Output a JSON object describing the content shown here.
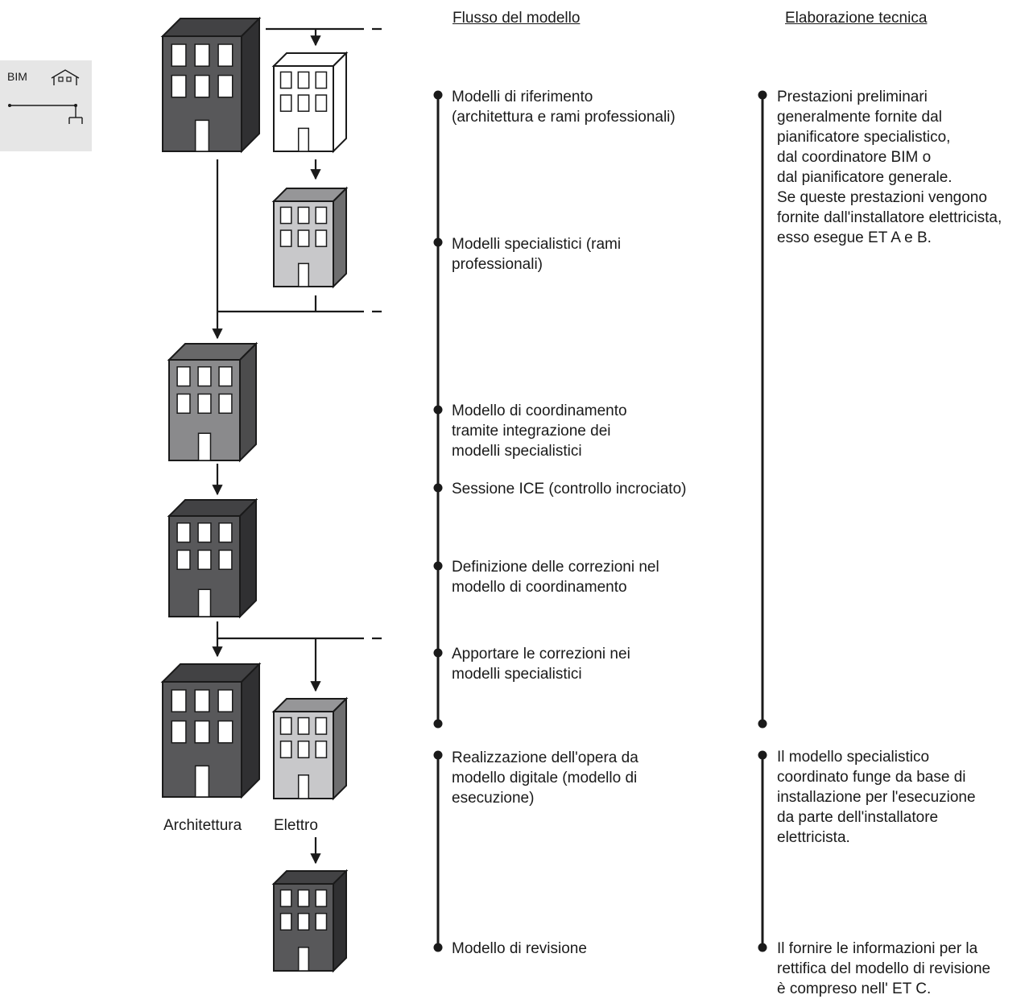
{
  "badge": {
    "label": "BIM"
  },
  "headers": {
    "flow": "Flusso del modello",
    "technical": "Elaborazione tecnica"
  },
  "flow_steps": [
    "Modelli di riferimento\n(architettura e rami professionali)",
    "Modelli specialistici (rami\nprofessionali)",
    "Modello di coordinamento\ntramite integrazione dei\nmodelli specialistici",
    "Sessione ICE (controllo incrociato)",
    "Definizione delle correzioni nel\nmodello di coordinamento",
    "Apportare le correzioni nei\nmodelli specialistici",
    "Realizzazione dell'opera da\nmodello digitale (modello di\nesecuzione)",
    "Modello di revisione"
  ],
  "technical_notes": [
    "Prestazioni preliminari\ngeneralmente fornite dal\npianificatore specialistico,\ndal coordinatore BIM o\ndal pianificatore generale.\nSe queste prestazioni vengono\nfornite dall'installatore elettricista,\nesso esegue ET A e B.",
    "Il modello specialistico\ncoordinato funge da base di\ninstallazione per l'esecuzione\nda parte dell'installatore\nelettricista.",
    "Il fornire le informazioni per la\nrettifica del modello di revisione\nè compreso nell' ET C."
  ],
  "captions": {
    "architecture": "Architettura",
    "electrical": "Elettro"
  },
  "colors": {
    "dark": "#58585a",
    "medium": "#8a8a8c",
    "light": "#c8c8ca",
    "white": "#ffffff",
    "line": "#1a1a1a"
  }
}
